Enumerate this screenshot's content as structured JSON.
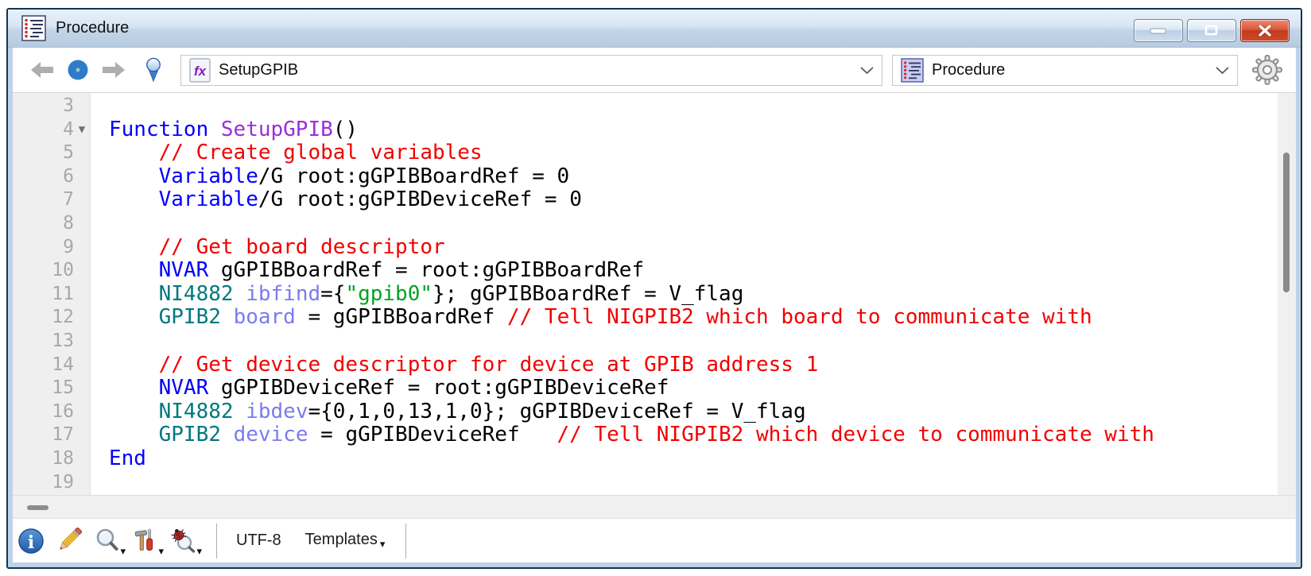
{
  "window": {
    "title": "Procedure",
    "controls": {
      "minimize": "minimize",
      "maximize": "maximize",
      "close": "close"
    }
  },
  "toolbar": {
    "back": "navigate-back",
    "position_dot": "current-position",
    "forward": "navigate-forward",
    "pin": "bookmark-location",
    "function_selector": {
      "icon": "fx-icon",
      "value": "SetupGPIB"
    },
    "window_selector": {
      "icon": "procedure-icon",
      "value": "Procedure"
    },
    "gear": "settings"
  },
  "editor": {
    "fold_marker": "▼",
    "syntax_colors": {
      "kw": "#0000ff",
      "fn": "#9b2fd6",
      "cm": "#f20000",
      "op": "#00787d",
      "fl": "#7b7bef",
      "st": "#00a31f",
      "pl": "#000000"
    },
    "lines": [
      {
        "no": "3",
        "tokens": []
      },
      {
        "no": "4",
        "fold": true,
        "tokens": [
          [
            "kw",
            "Function"
          ],
          [
            "pl",
            " "
          ],
          [
            "fn",
            "SetupGPIB"
          ],
          [
            "pl",
            "()"
          ]
        ]
      },
      {
        "no": "5",
        "tokens": [
          [
            "pl",
            "\t"
          ],
          [
            "cm",
            "// Create global variables"
          ]
        ]
      },
      {
        "no": "6",
        "tokens": [
          [
            "pl",
            "\t"
          ],
          [
            "kw",
            "Variable"
          ],
          [
            "pl",
            "/G root:gGPIBBoardRef = 0"
          ]
        ]
      },
      {
        "no": "7",
        "tokens": [
          [
            "pl",
            "\t"
          ],
          [
            "kw",
            "Variable"
          ],
          [
            "pl",
            "/G root:gGPIBDeviceRef = 0"
          ]
        ]
      },
      {
        "no": "8",
        "tokens": []
      },
      {
        "no": "9",
        "tokens": [
          [
            "pl",
            "\t"
          ],
          [
            "cm",
            "// Get board descriptor"
          ]
        ]
      },
      {
        "no": "10",
        "tokens": [
          [
            "pl",
            "\t"
          ],
          [
            "kw",
            "NVAR"
          ],
          [
            "pl",
            " gGPIBBoardRef = root:gGPIBBoardRef"
          ]
        ]
      },
      {
        "no": "11",
        "tokens": [
          [
            "pl",
            "\t"
          ],
          [
            "op",
            "NI4882"
          ],
          [
            "pl",
            " "
          ],
          [
            "fl",
            "ibfind"
          ],
          [
            "pl",
            "={"
          ],
          [
            "st",
            "\"gpib0\""
          ],
          [
            "pl",
            "}; gGPIBBoardRef = V_flag"
          ]
        ]
      },
      {
        "no": "12",
        "tokens": [
          [
            "pl",
            "\t"
          ],
          [
            "op",
            "GPIB2"
          ],
          [
            "pl",
            " "
          ],
          [
            "fl",
            "board"
          ],
          [
            "pl",
            " = gGPIBBoardRef "
          ],
          [
            "cm",
            "// Tell NIGPIB2 which board to communicate with"
          ]
        ]
      },
      {
        "no": "13",
        "tokens": []
      },
      {
        "no": "14",
        "tokens": [
          [
            "pl",
            "\t"
          ],
          [
            "cm",
            "// Get device descriptor for device at GPIB address 1"
          ]
        ]
      },
      {
        "no": "15",
        "tokens": [
          [
            "pl",
            "\t"
          ],
          [
            "kw",
            "NVAR"
          ],
          [
            "pl",
            " gGPIBDeviceRef = root:gGPIBDeviceRef"
          ]
        ]
      },
      {
        "no": "16",
        "tokens": [
          [
            "pl",
            "\t"
          ],
          [
            "op",
            "NI4882"
          ],
          [
            "pl",
            " "
          ],
          [
            "fl",
            "ibdev"
          ],
          [
            "pl",
            "={0,1,0,13,1,0}; gGPIBDeviceRef = V_flag"
          ]
        ]
      },
      {
        "no": "17",
        "tokens": [
          [
            "pl",
            "\t"
          ],
          [
            "op",
            "GPIB2"
          ],
          [
            "pl",
            " "
          ],
          [
            "fl",
            "device"
          ],
          [
            "pl",
            " = gGPIBDeviceRef\t"
          ],
          [
            "cm",
            "// Tell NIGPIB2 which device to communicate with"
          ]
        ]
      },
      {
        "no": "18",
        "tokens": [
          [
            "kw",
            "End"
          ]
        ]
      },
      {
        "no": "19",
        "tokens": []
      }
    ]
  },
  "statusbar": {
    "icons": [
      "info-icon",
      "edit-pencil-icon",
      "magnifier-icon",
      "tools-icon",
      "debug-icon"
    ],
    "encoding": "UTF-8",
    "templates_label": "Templates"
  },
  "colors": {
    "titlebar_gradient_top": "#e8f1fa",
    "titlebar_gradient_bottom": "#b7cbe0",
    "frame": "#bed3e8",
    "close_button": "#c33a1e",
    "accent_blue": "#2e7cc8"
  }
}
